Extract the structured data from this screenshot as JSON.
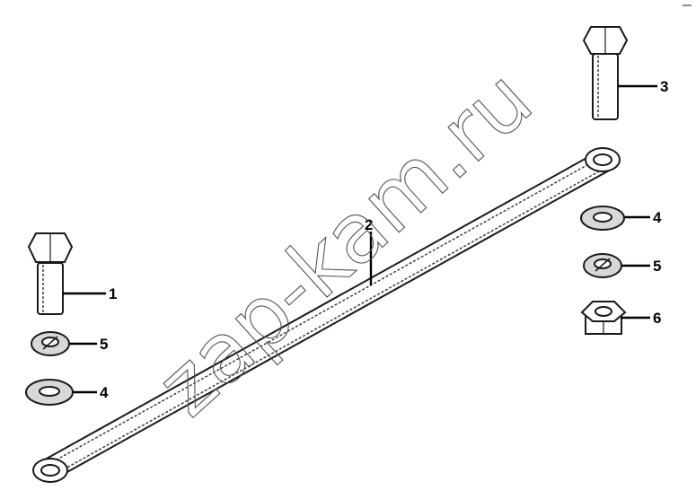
{
  "watermark": "zap-kam.ru",
  "callouts": {
    "c1": "1",
    "c2": "2",
    "c3": "3",
    "c4a": "4",
    "c4b": "4",
    "c5a": "5",
    "c5b": "5",
    "c6": "6"
  },
  "icons": {
    "bolt": "hex-bolt-icon",
    "rod": "tie-rod-icon",
    "washer": "flat-washer-icon",
    "spring_washer": "spring-washer-icon",
    "nut": "hex-nut-icon"
  },
  "colors": {
    "line": "#1a1a1a",
    "shade": "#d8d8d8",
    "background": "#ffffff"
  }
}
